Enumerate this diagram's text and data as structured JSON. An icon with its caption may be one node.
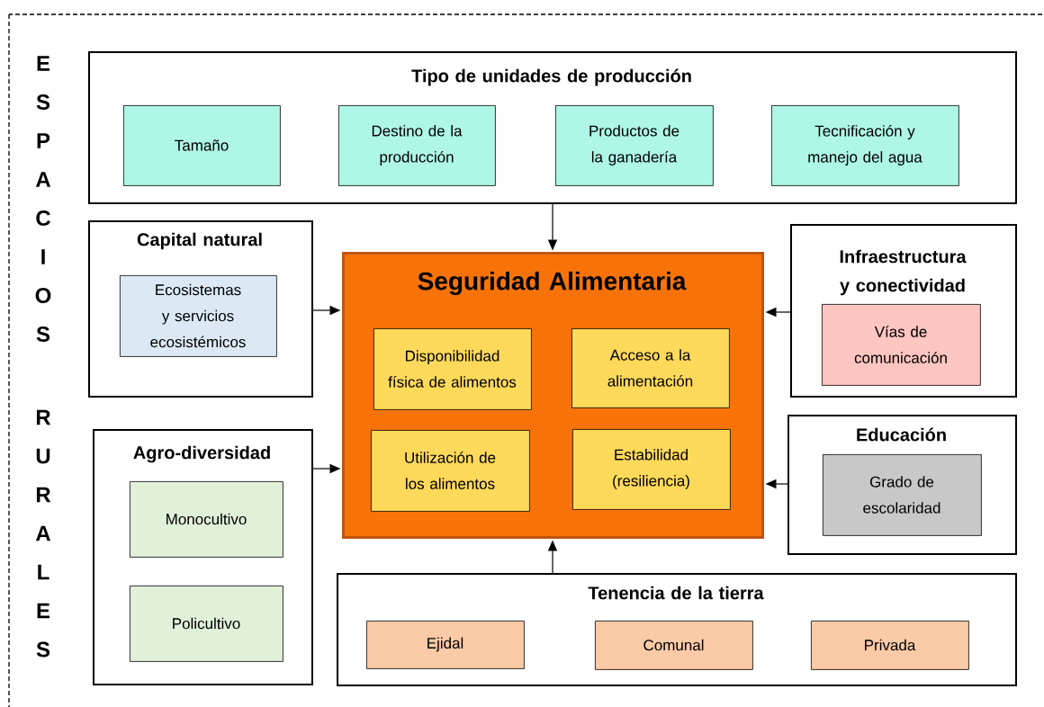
{
  "diagram": {
    "nodes": [
      {
        "text": [
          "ESPACIOS RURALES"
        ]
      },
      {
        "text": [
          "Tipo de unidades de producción"
        ],
        "in": 0
      },
      {
        "text": [
          "Tamaño"
        ],
        "in": 1
      },
      {
        "text": [
          "Destino de la producción"
        ],
        "in": 1
      },
      {
        "text": [
          "Productos de la ganadería"
        ],
        "in": 1
      },
      {
        "text": [
          "Tecnificación y manejo del agua"
        ],
        "in": 1
      },
      {
        "text": [
          "Capital natural"
        ],
        "in": 0
      },
      {
        "text": [
          "Ecosistemas y servicios ecosistémicos"
        ],
        "in": 6
      },
      {
        "text": [
          "Seguridad Alimentaria"
        ],
        "in": 0
      },
      {
        "text": [
          "Disponibilidad física de alimentos"
        ],
        "in": 8
      },
      {
        "text": [
          "Acceso a la alimentación"
        ],
        "in": 8
      },
      {
        "text": [
          "Utilización de los alimentos"
        ],
        "in": 8
      },
      {
        "text": [
          "Estabilidad (resiliencia)"
        ],
        "in": 8
      },
      {
        "text": [
          "Infraestructura y conectividad"
        ],
        "in": 0
      },
      {
        "text": [
          "Vías de comunicación"
        ],
        "in": 13
      },
      {
        "text": [
          "Agro-diversidad"
        ],
        "in": 0
      },
      {
        "text": [
          "Monocultivo"
        ],
        "in": 15
      },
      {
        "text": [
          "Policultivo"
        ],
        "in": 15
      },
      {
        "text": [
          "Educación"
        ],
        "in": 0
      },
      {
        "text": [
          "Grado de escolaridad"
        ],
        "in": 18
      },
      {
        "text": [
          "Tenencia de la tierra"
        ],
        "in": 0
      },
      {
        "text": [
          "Ejidal"
        ],
        "in": 20
      },
      {
        "text": [
          "Comunal"
        ],
        "in": 20
      },
      {
        "text": [
          "Privada"
        ],
        "in": 20
      }
    ],
    "edges": [
      {
        "from": 1,
        "to": 8,
        "arrow": "to"
      },
      {
        "from": 6,
        "to": 8,
        "arrow": "to"
      },
      {
        "from": 13,
        "to": 8,
        "arrow": "to"
      },
      {
        "from": 15,
        "to": 8,
        "arrow": "to"
      },
      {
        "from": 18,
        "to": 8,
        "arrow": "to"
      },
      {
        "from": 20,
        "to": 8,
        "arrow": "to"
      }
    ]
  }
}
